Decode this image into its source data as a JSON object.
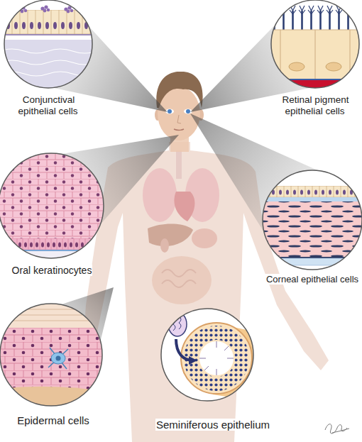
{
  "diagram": {
    "labels": [
      "Conjunctival epithelial cells",
      "Retinal pigment epithelial cells",
      "Oral keratinocytes",
      "Corneal epithelial cells",
      "Epidermal cells",
      "Seminiferous epithelium"
    ]
  }
}
